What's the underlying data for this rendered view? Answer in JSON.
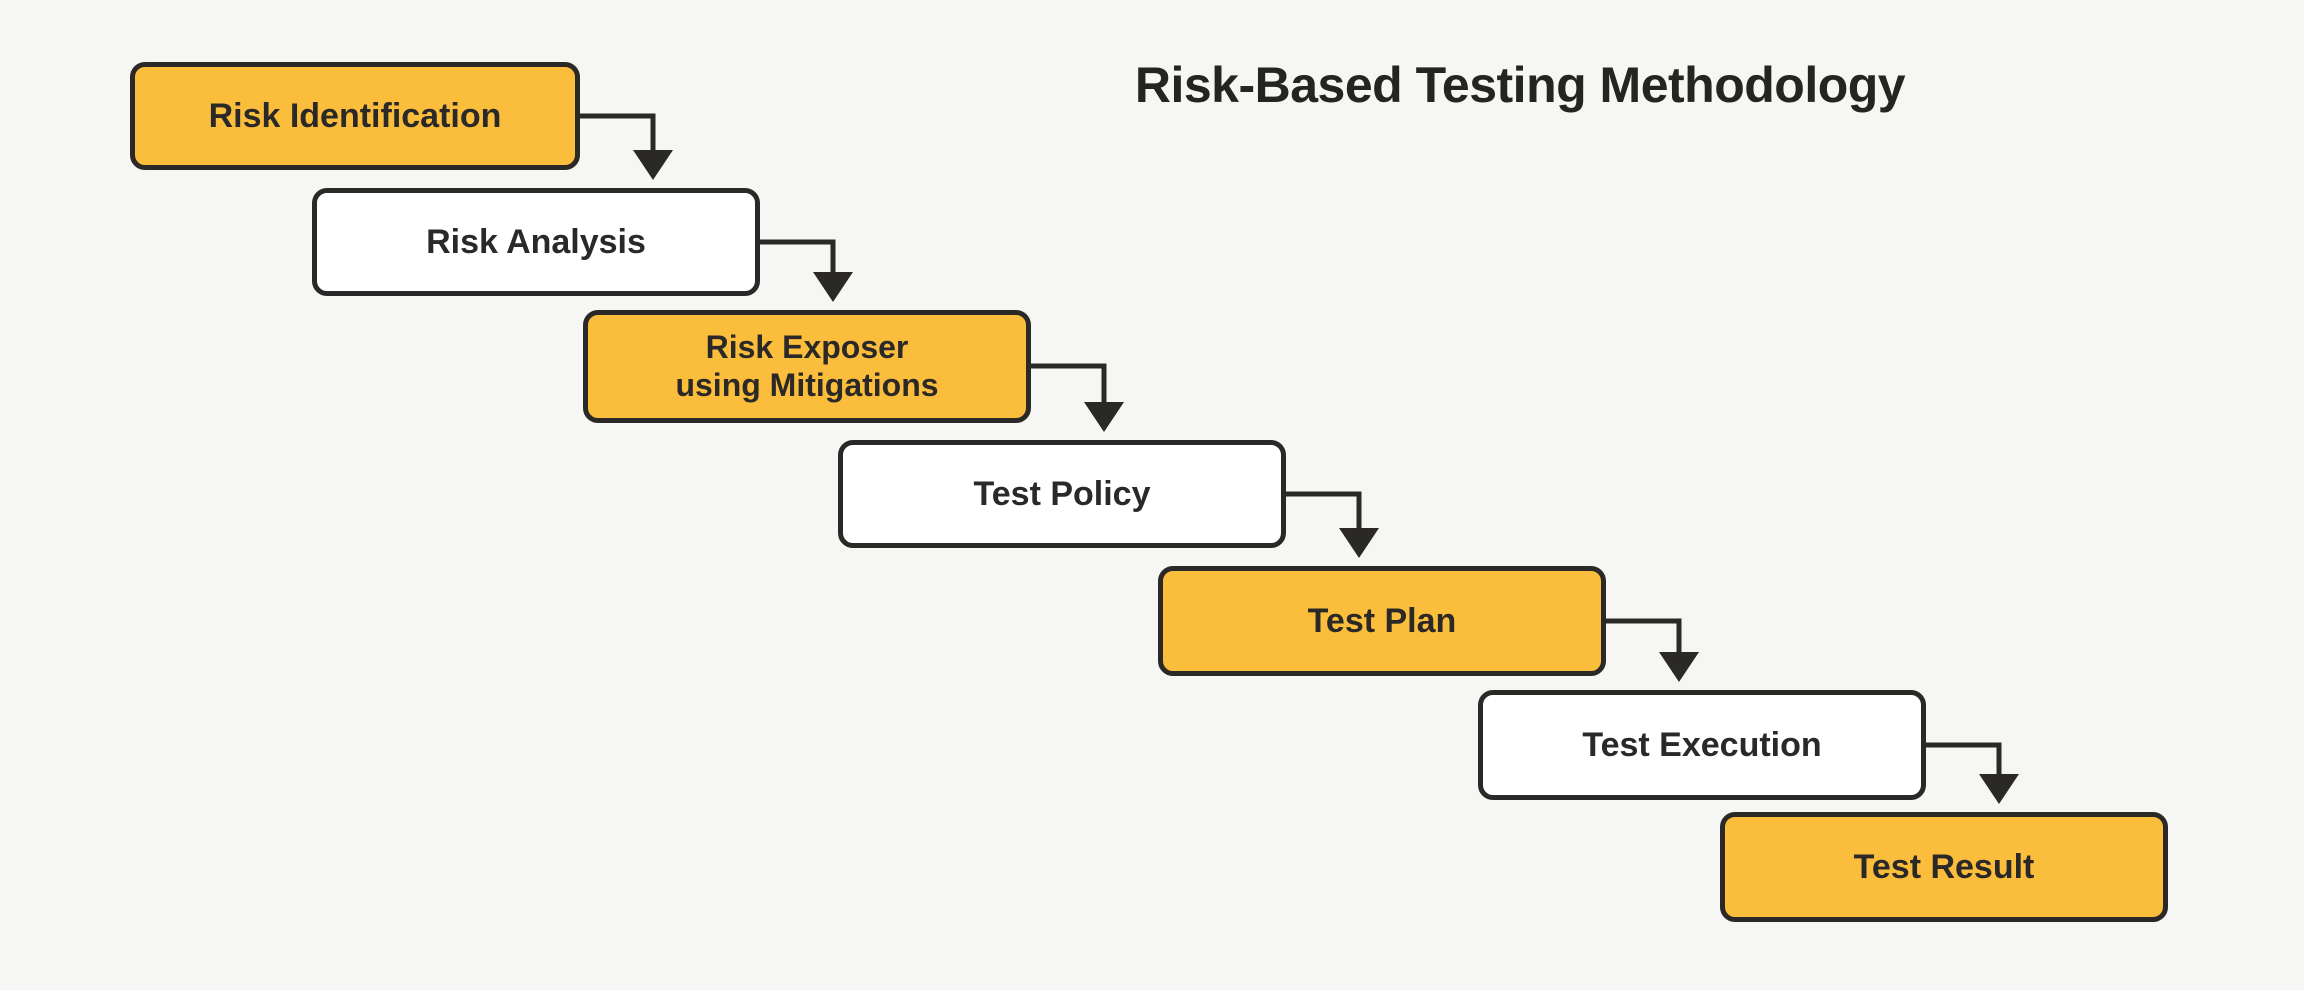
{
  "diagram": {
    "title": "Risk-Based Testing Methodology",
    "steps": [
      {
        "label": "Risk Identification",
        "highlighted": true,
        "lines": [
          "Risk Identification"
        ]
      },
      {
        "label": "Risk Analysis",
        "highlighted": false,
        "lines": [
          "Risk Analysis"
        ]
      },
      {
        "label": "Risk Exposer using Mitigations",
        "highlighted": true,
        "lines": [
          "Risk Exposer",
          "using Mitigations"
        ]
      },
      {
        "label": "Test Policy",
        "highlighted": false,
        "lines": [
          "Test Policy"
        ]
      },
      {
        "label": "Test Plan",
        "highlighted": true,
        "lines": [
          "Test Plan"
        ]
      },
      {
        "label": "Test Execution",
        "highlighted": false,
        "lines": [
          "Test Execution"
        ]
      },
      {
        "label": "Test Result",
        "highlighted": true,
        "lines": [
          "Test Result"
        ]
      }
    ],
    "colors": {
      "highlight_fill": "#FBBE3C",
      "plain_fill": "#FFFFFF",
      "outline": "#2B2927",
      "text": "#2B2927",
      "arrow": "#2B2927",
      "background": "#F6F6F4"
    }
  }
}
